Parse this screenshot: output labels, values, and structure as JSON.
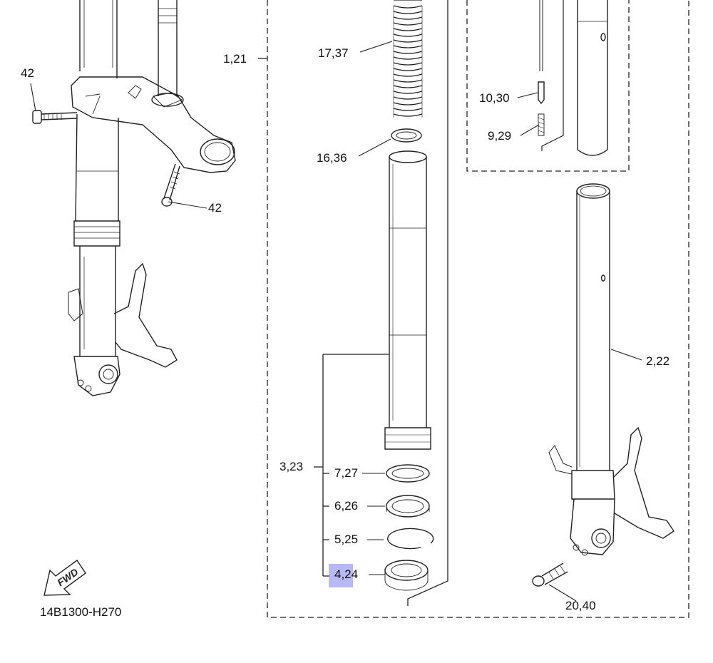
{
  "diagram": {
    "drawing_code": "14B1300-H270",
    "fwd_label": "FWD",
    "highlighted_callout": "4,24",
    "highlight_color": "#b8b8f4",
    "callouts": {
      "c42_top": "42",
      "c42_bottom": "42",
      "c1_21": "1,21",
      "c17_37": "17,37",
      "c16_36": "16,36",
      "c10_30": "10,30",
      "c9_29": "9,29",
      "c2_22": "2,22",
      "c3_23": "3,23",
      "c7_27": "7,27",
      "c6_26": "6,26",
      "c5_25": "5,25",
      "c4_24": "4,24",
      "c20_40": "20,40"
    }
  }
}
